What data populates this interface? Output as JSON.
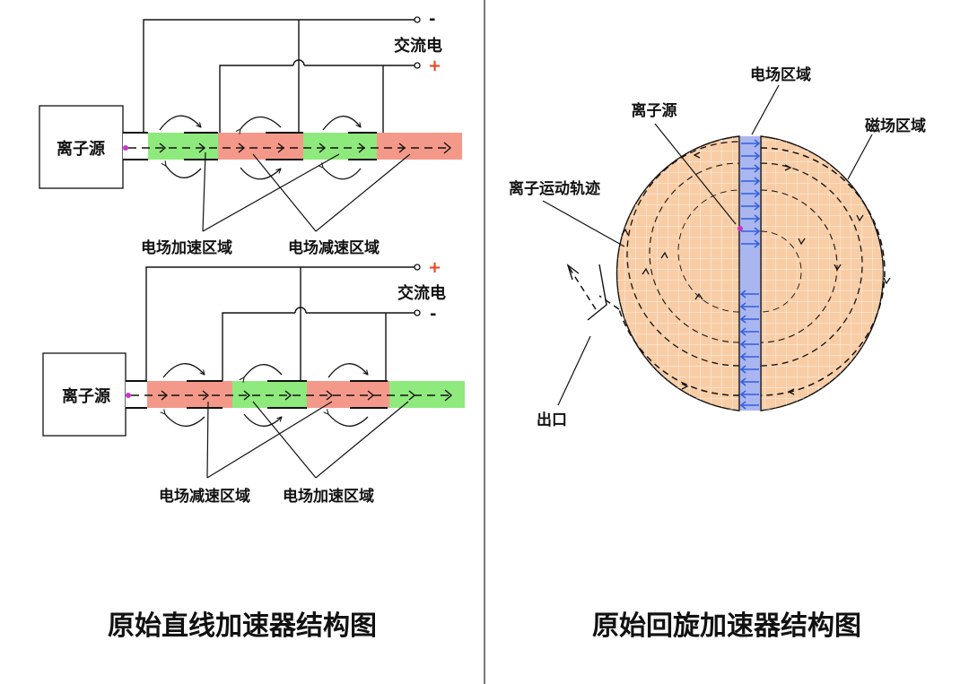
{
  "left": {
    "top": {
      "source": "离子源",
      "ac_label": "交流电",
      "terminal_top": "-",
      "terminal_bottom": "+",
      "label_accel": "电场加速区域",
      "label_decel": "电场减速区域"
    },
    "bottom": {
      "source": "离子源",
      "ac_label": "交流电",
      "terminal_top": "+",
      "terminal_bottom": "-",
      "label_decel": "电场减速区域",
      "label_accel": "电场加速区域"
    },
    "title": "原始直线加速器结构图"
  },
  "right": {
    "label_field": "电场区域",
    "label_source": "离子源",
    "label_magnetic": "磁场区域",
    "label_trajectory": "离子运动轨迹",
    "label_exit": "出口",
    "title": "原始回旋加速器结构图"
  },
  "colors": {
    "accel": "#8eea7c",
    "decel": "#f4998a",
    "disk": "#f8cda6",
    "field": "#aab6f0",
    "arrow_blue": "#2f5fe0",
    "plus": "#e8431e",
    "ion": "#cc33cc"
  }
}
